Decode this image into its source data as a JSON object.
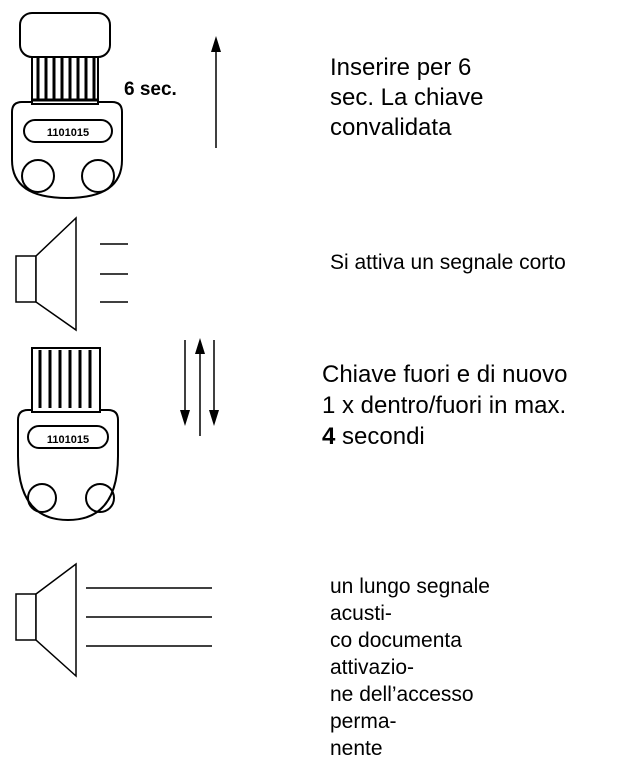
{
  "steps": [
    {
      "key_code": "1101015",
      "time_label": "6 sec.",
      "lines": [
        "Inserire per 6",
        "sec. La chiave",
        "convalidata"
      ],
      "icons": [
        "key-icon",
        "arrow-up-icon"
      ]
    },
    {
      "text": "Si attiva un segnale corto",
      "icons": [
        "speaker-icon",
        "short-sound-waves-icon"
      ]
    },
    {
      "key_code": "1101015",
      "lines": [
        "Chiave fuori e di nuovo",
        "1 x dentro/fuori in max."
      ],
      "bold_part": "4",
      "tail_part": " secondi",
      "icons": [
        "key-icon",
        "arrow-down-icon",
        "arrow-up-icon"
      ]
    },
    {
      "lines": [
        "un lungo segnale acusti-",
        "co documenta attivazio-",
        "ne dell’accesso perma-",
        "nente"
      ],
      "icons": [
        "speaker-icon",
        "long-sound-waves-icon"
      ]
    }
  ]
}
